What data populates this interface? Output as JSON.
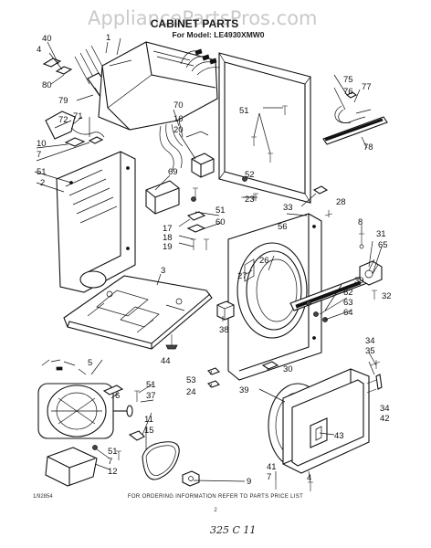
{
  "watermark": "AppliancePartsPros.com",
  "header": {
    "title": "CABINET PARTS",
    "model_line": "For Model: LE4930XMW0"
  },
  "callouts": [
    "1",
    "2",
    "3",
    "4",
    "5",
    "6",
    "7",
    "8",
    "9",
    "10",
    "11",
    "12",
    "15",
    "16",
    "17",
    "18",
    "19",
    "20",
    "23",
    "24",
    "26",
    "27",
    "28",
    "30",
    "31",
    "32",
    "33",
    "34",
    "35",
    "37",
    "38",
    "39",
    "40",
    "41",
    "42",
    "43",
    "44",
    "51",
    "52",
    "53",
    "56",
    "60",
    "62",
    "63",
    "64",
    "65",
    "69",
    "70",
    "71",
    "72",
    "75",
    "76",
    "77",
    "78",
    "79",
    "80"
  ],
  "footer": {
    "doc_number": "1/92854",
    "ordering_note": "FOR ORDERING INFORMATION REFER TO PARTS PRICE LIST",
    "page": "2",
    "handwritten": "325 C 11"
  }
}
